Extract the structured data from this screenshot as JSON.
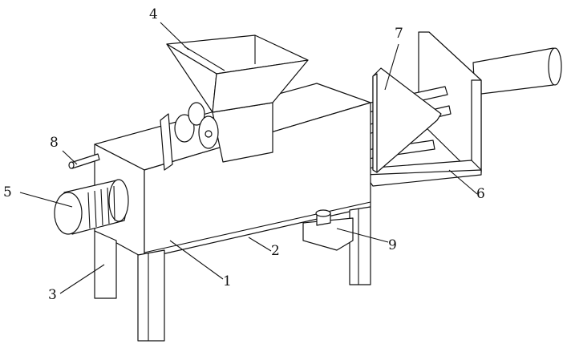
{
  "labels": {
    "body": "1",
    "base_plate": "2",
    "leg": "3",
    "hopper": "4",
    "motor": "5",
    "frame": "6",
    "push_plate": "7",
    "inlet_pipe": "8",
    "bracket": "9"
  }
}
